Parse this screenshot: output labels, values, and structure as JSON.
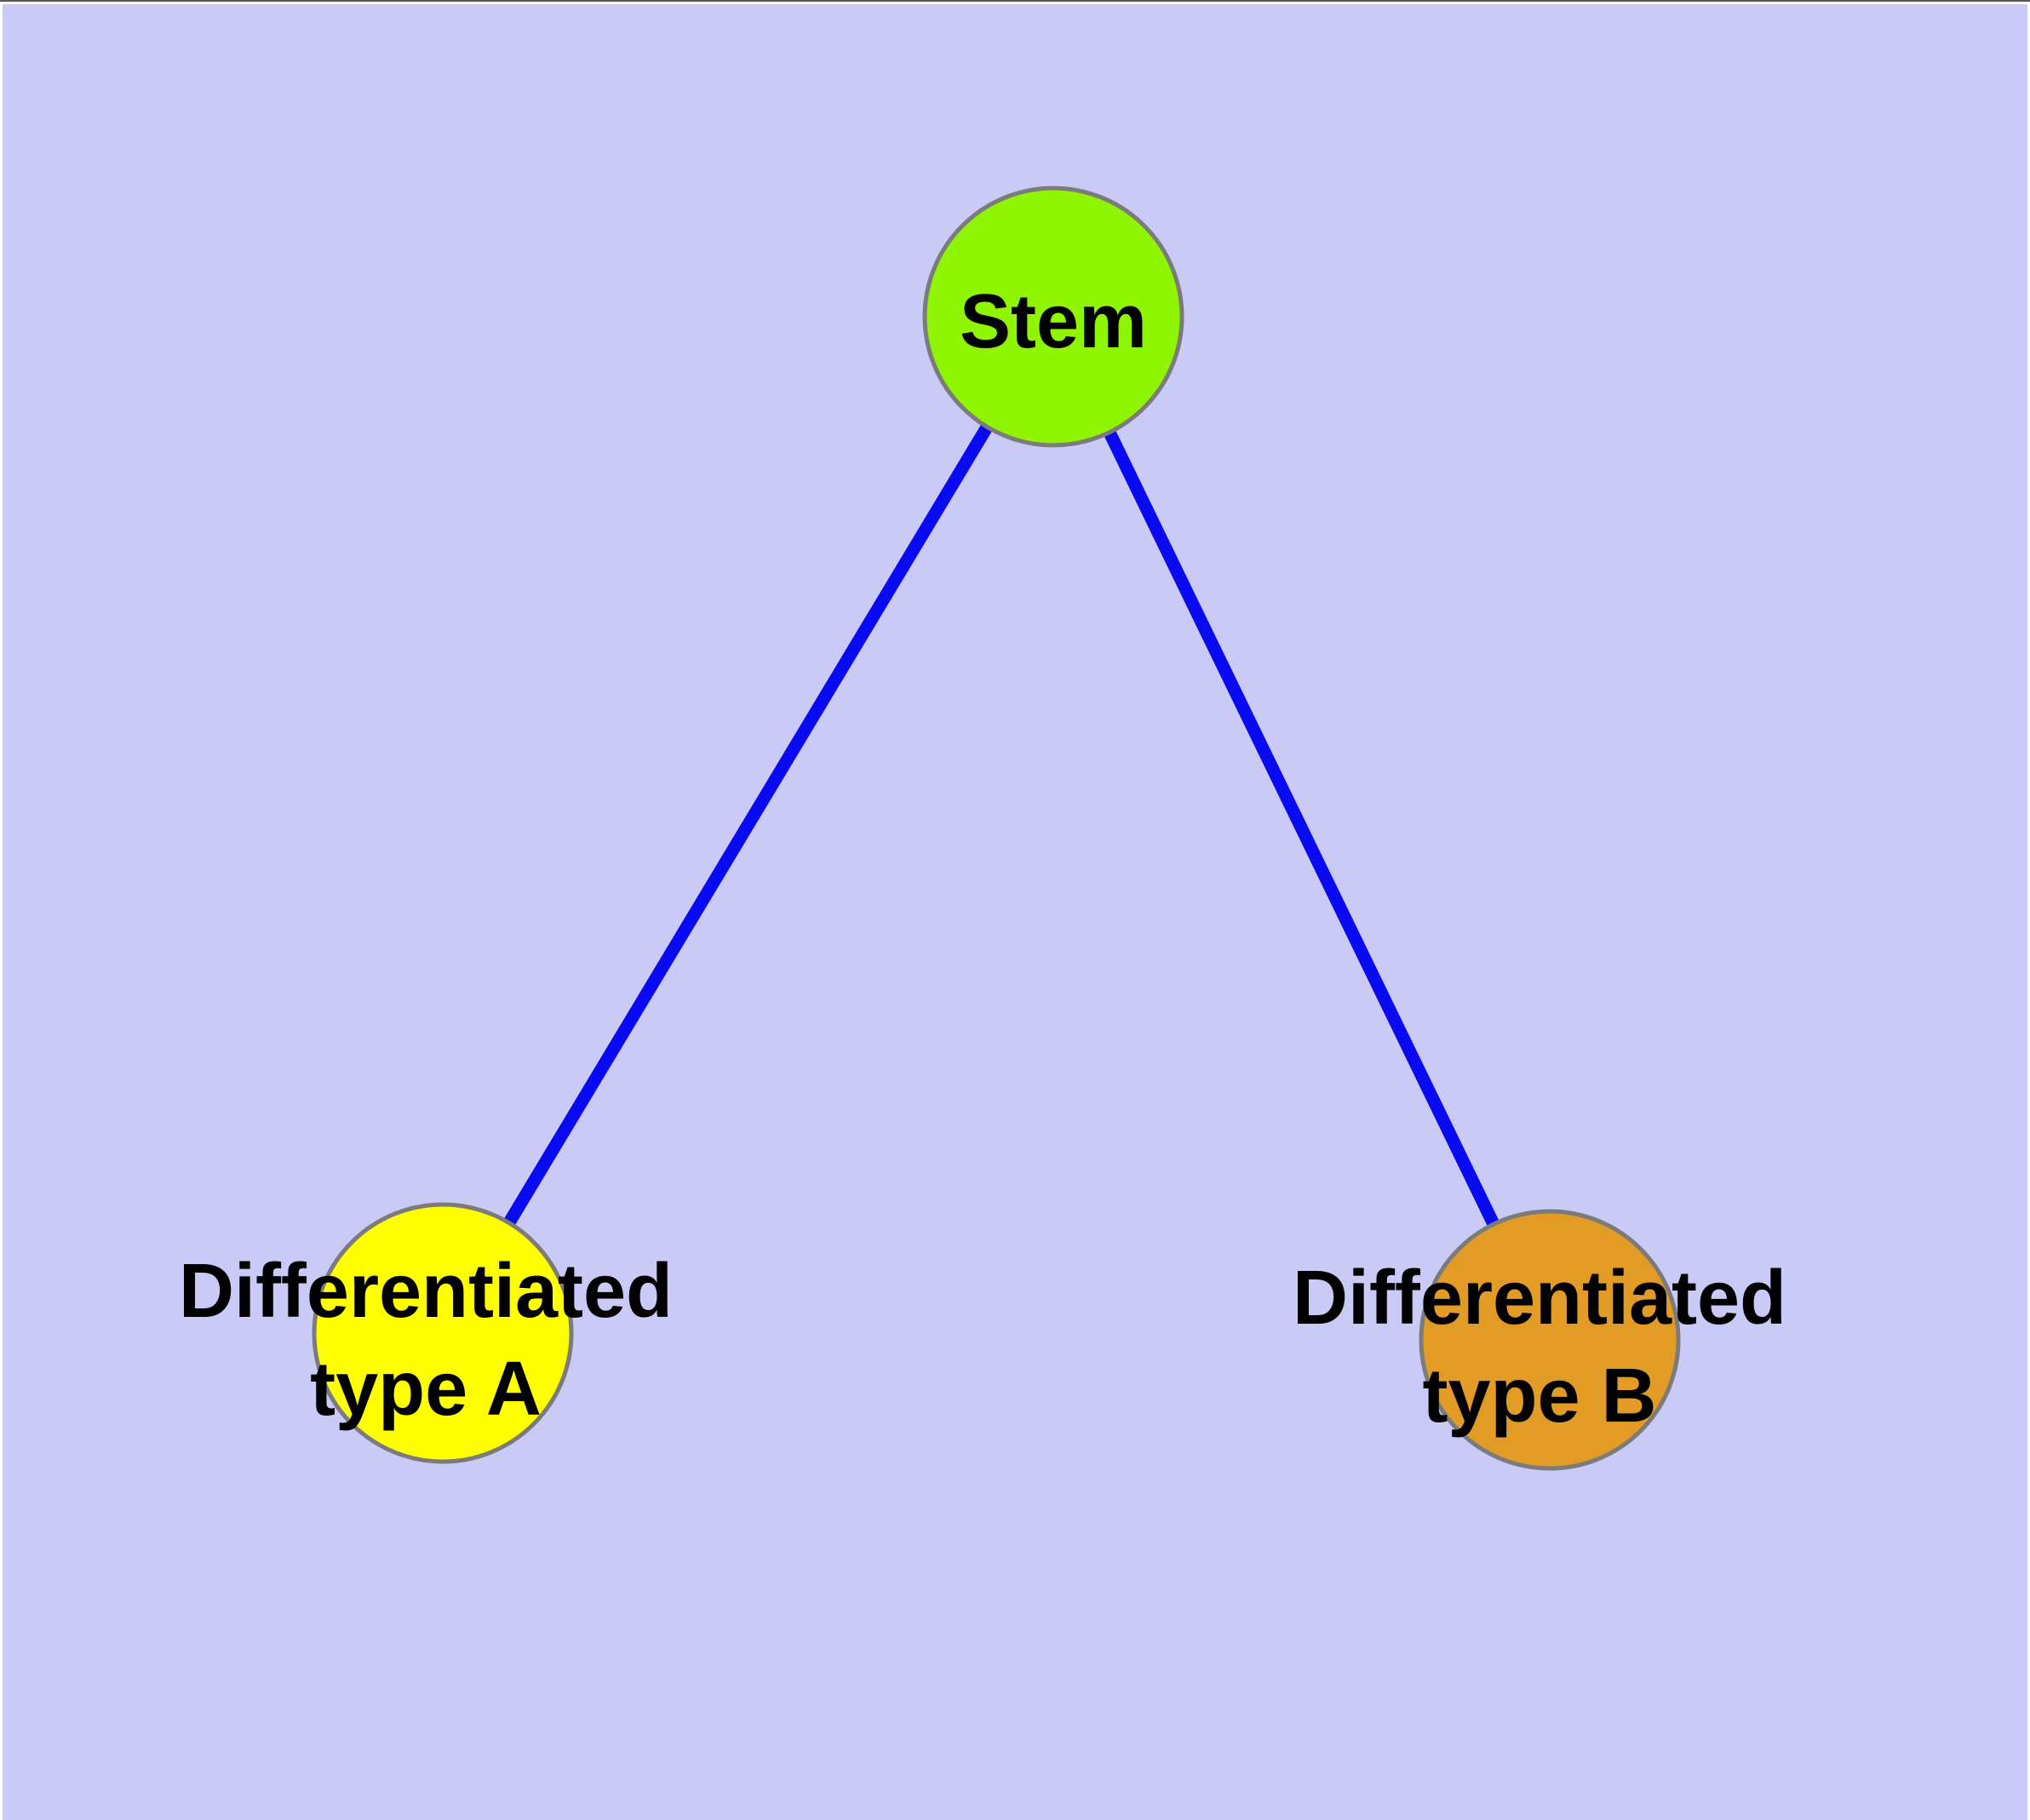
{
  "diagram": {
    "type": "graph",
    "background_color": "#cacaf7",
    "frame_top_line_color": "#55555f",
    "frame_margin_color": "#ffffff",
    "edge_color": "#0909f2",
    "node_border_color": "#7b7b7b",
    "label_color": "#000000",
    "nodes": {
      "stem": {
        "label": "Stem",
        "fill": "#8ff500"
      },
      "type_a": {
        "label": "Differentiated type A",
        "line1": "Differentiated",
        "line2": "type A",
        "fill": "#ffff00"
      },
      "type_b": {
        "label": "Differentiated type B",
        "line1": "Differentiated",
        "line2": "type B",
        "fill": "#e29b25"
      }
    },
    "edges": [
      {
        "from": "Stem",
        "to": "Differentiated type A"
      },
      {
        "from": "Stem",
        "to": "Differentiated type B"
      }
    ]
  }
}
